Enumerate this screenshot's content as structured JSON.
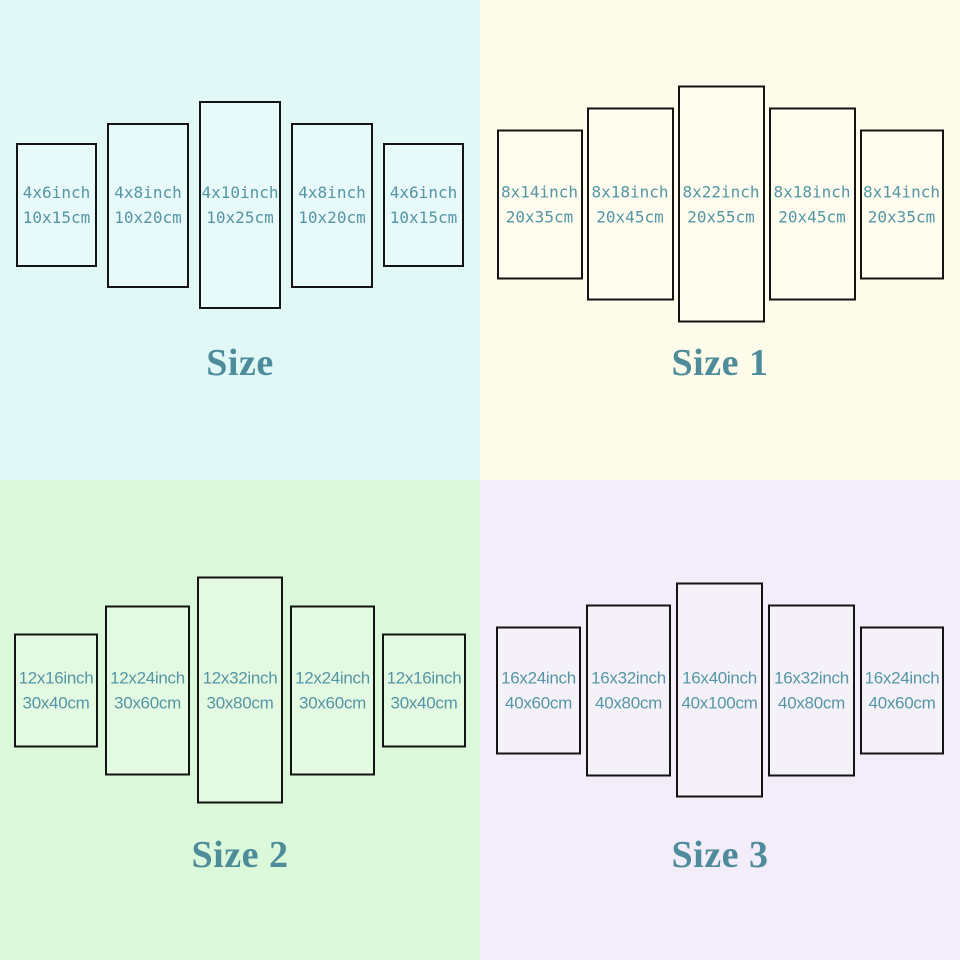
{
  "colors": {
    "title_text": "#4e8c9c",
    "panel_text": "#5596a6",
    "panel_border": "#141414",
    "bg_top_left": "#e1f8f6",
    "bg_top_right": "#fdfbe9",
    "bg_bottom_left": "#dcf8da",
    "bg_bottom_right": "#f2edf8"
  },
  "quadrants": [
    {
      "title": "Size",
      "bg": "#e1f8f6",
      "panels": [
        {
          "inch": "4x6inch",
          "cm": "10x15cm"
        },
        {
          "inch": "4x8inch",
          "cm": "10x20cm"
        },
        {
          "inch": "4x10inch",
          "cm": "10x25cm"
        },
        {
          "inch": "4x8inch",
          "cm": "10x20cm"
        },
        {
          "inch": "4x6inch",
          "cm": "10x15cm"
        }
      ]
    },
    {
      "title": "Size 1",
      "bg": "#fdfbe9",
      "panels": [
        {
          "inch": "8x14inch",
          "cm": "20x35cm"
        },
        {
          "inch": "8x18inch",
          "cm": "20x45cm"
        },
        {
          "inch": "8x22inch",
          "cm": "20x55cm"
        },
        {
          "inch": "8x18inch",
          "cm": "20x45cm"
        },
        {
          "inch": "8x14inch",
          "cm": "20x35cm"
        }
      ]
    },
    {
      "title": "Size 2",
      "bg": "#dcf8da",
      "panels": [
        {
          "inch": "12x16inch",
          "cm": "30x40cm"
        },
        {
          "inch": "12x24inch",
          "cm": "30x60cm"
        },
        {
          "inch": "12x32inch",
          "cm": "30x80cm"
        },
        {
          "inch": "12x24inch",
          "cm": "30x60cm"
        },
        {
          "inch": "12x16inch",
          "cm": "30x40cm"
        }
      ]
    },
    {
      "title": "Size 3",
      "bg": "#f2edf8",
      "panels": [
        {
          "inch": "16x24inch",
          "cm": "40x60cm"
        },
        {
          "inch": "16x32inch",
          "cm": "40x80cm"
        },
        {
          "inch": "16x40inch",
          "cm": "40x100cm"
        },
        {
          "inch": "16x32inch",
          "cm": "40x80cm"
        },
        {
          "inch": "16x24inch",
          "cm": "40x60cm"
        }
      ]
    }
  ]
}
